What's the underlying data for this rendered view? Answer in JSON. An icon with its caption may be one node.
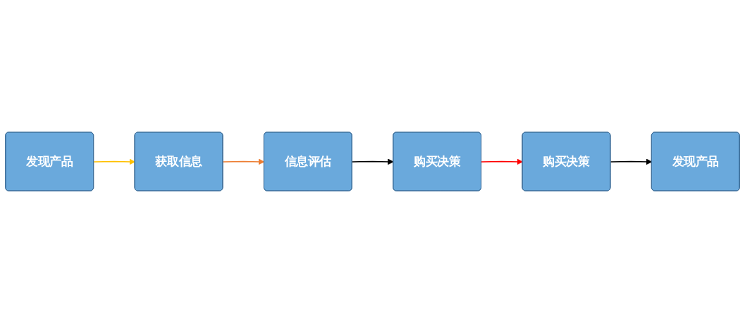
{
  "diagram": {
    "nodes": [
      {
        "text": [
          "发现产品"
        ]
      },
      {
        "text": [
          "获取信息"
        ]
      },
      {
        "text": [
          "信息评估"
        ]
      },
      {
        "text": [
          "购买决策"
        ]
      },
      {
        "text": [
          "购买决策"
        ]
      },
      {
        "text": [
          "发现产品"
        ]
      }
    ],
    "edges": [
      {
        "from": 0,
        "to": 1,
        "arrow": "to",
        "color": "#ffc000"
      },
      {
        "from": 1,
        "to": 2,
        "arrow": "to",
        "color": "#ed7d31"
      },
      {
        "from": 2,
        "to": 3,
        "arrow": "to"
      },
      {
        "from": 3,
        "to": 4,
        "arrow": "to",
        "color": "#ff0000"
      },
      {
        "from": 4,
        "to": 5,
        "arrow": "to"
      }
    ]
  }
}
